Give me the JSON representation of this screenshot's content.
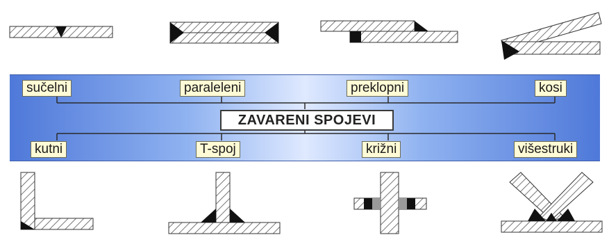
{
  "title": "ZAVARENI SPOJEVI",
  "top_joints": [
    {
      "label": "sučelni"
    },
    {
      "label": "paraleleni"
    },
    {
      "label": "preklopni"
    },
    {
      "label": "kosi"
    }
  ],
  "bottom_joints": [
    {
      "label": "kutni"
    },
    {
      "label": "T-spoj"
    },
    {
      "label": "križni"
    },
    {
      "label": "višestruki"
    }
  ],
  "colors": {
    "band_edge": "#4f79d9",
    "band_center": "#dfe9ff",
    "label_bg": "#fffbd6",
    "weld": "#111111",
    "hatch": "#555555"
  }
}
